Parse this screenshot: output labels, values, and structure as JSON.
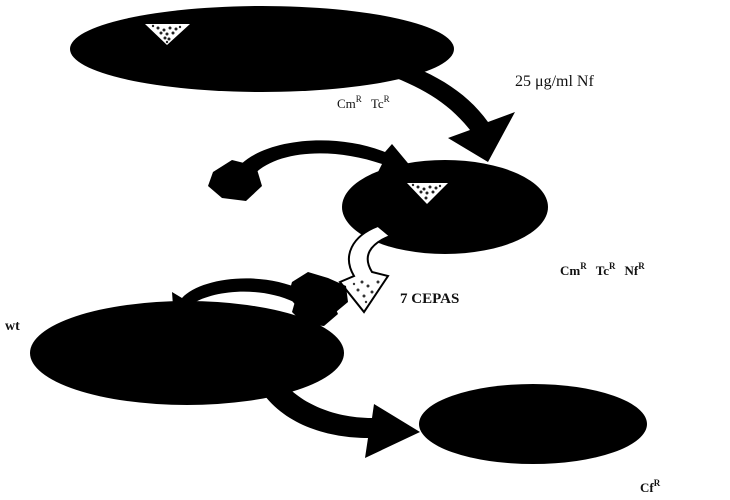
{
  "colors": {
    "background": "#ffffff",
    "shape_fill": "#000000",
    "label_text": "#111111",
    "triangle_fill": "#ffffff",
    "triangle_speckle": "#222222"
  },
  "labels": {
    "concentration": "25 μg/ml Nf",
    "phenotype_top_cm": "Cm",
    "phenotype_top_tc": "Tc",
    "phenotype_mid_cm": "Cm",
    "phenotype_mid_tc": "Tc",
    "phenotype_mid_nf": "Nf",
    "phenotype_bottom_cf": "Cf",
    "resistance_superscript": "R",
    "strains": "7 CEPAS",
    "wild_type": "wt"
  }
}
